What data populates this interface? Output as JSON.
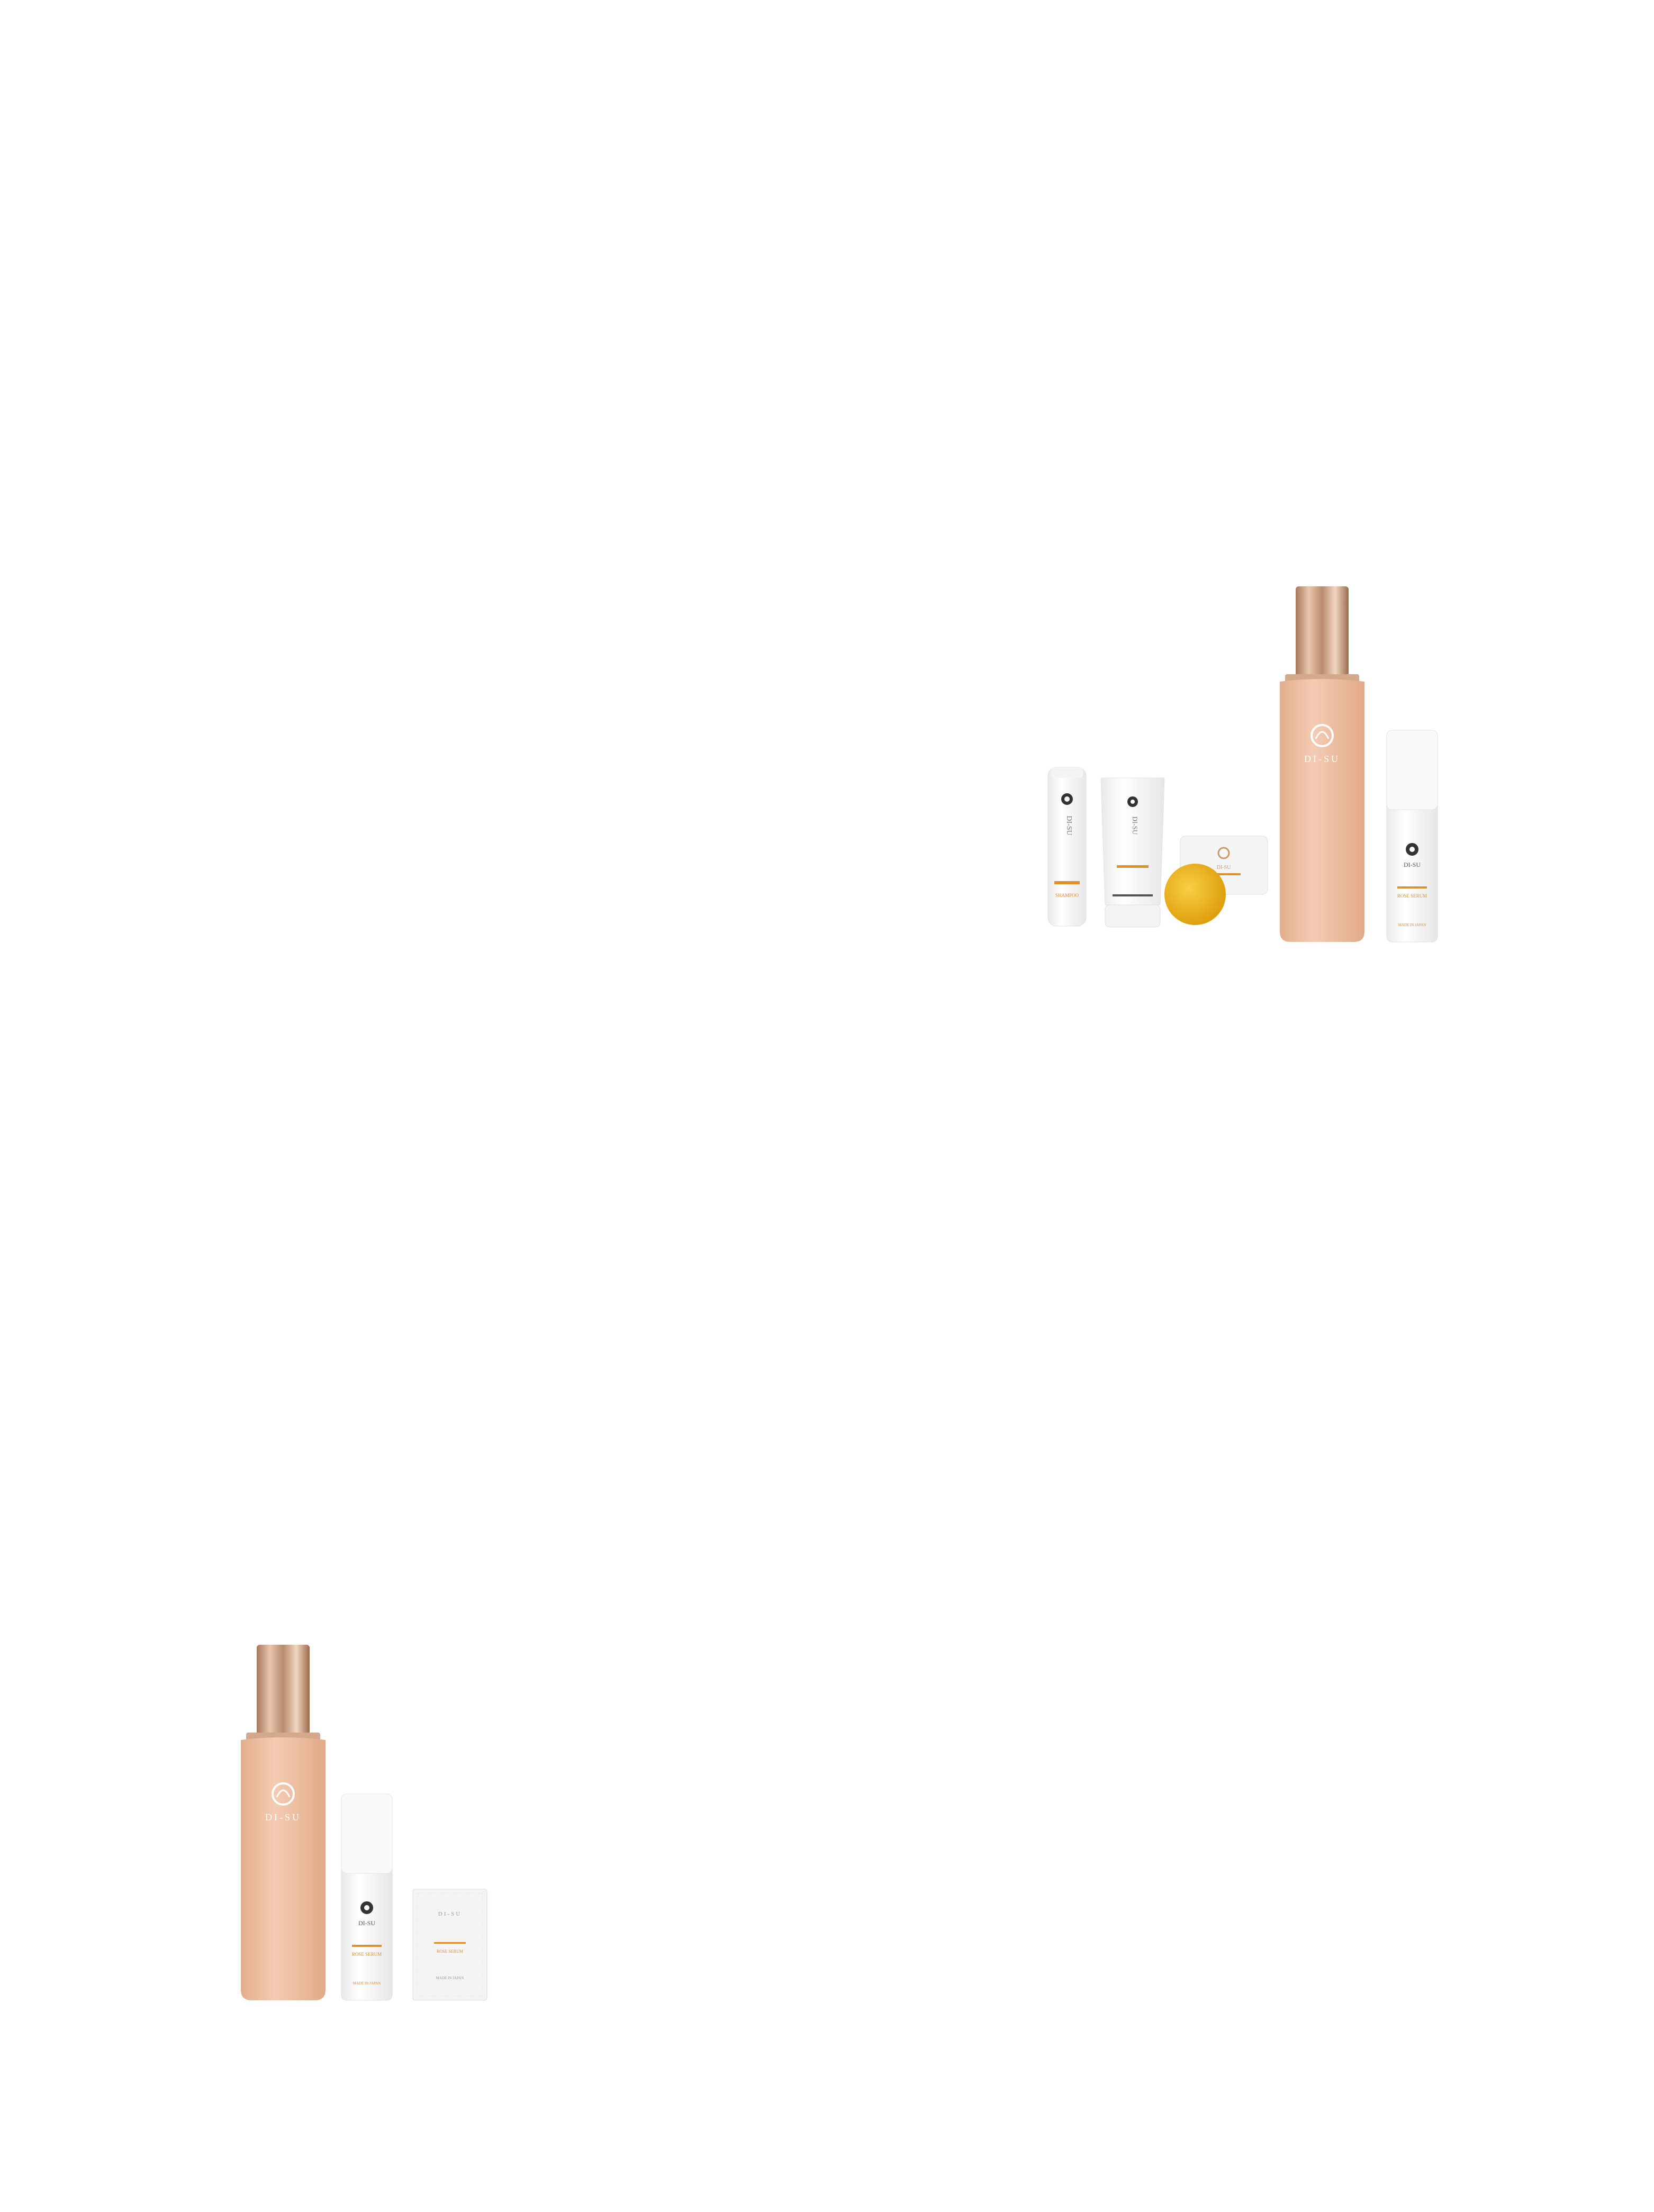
{
  "brand": {
    "logo_text": "DI-SU",
    "made_in": "MADE IN JAPAN"
  },
  "set_full": {
    "shampoo_bottle": {
      "label": "SHAMPOO",
      "logo": "DI-SU"
    },
    "tube": {
      "logo": "DI-SU"
    },
    "soap": {
      "logo": "DI-SU"
    },
    "large_bottle": {
      "logo": "DI-SU"
    },
    "serum_bottle": {
      "label": "ROSE SERUM",
      "logo": "DI-SU",
      "made_in": "MADE IN JAPAN"
    }
  },
  "set_small": {
    "large_bottle": {
      "logo": "DI-SU"
    },
    "serum_bottle": {
      "label": "ROSE SERUM",
      "logo": "DI-SU",
      "made_in": "MADE IN JAPAN"
    },
    "sachet": {
      "label": "ROSE SERUM",
      "logo": "DI-SU",
      "made_in": "MADE IN JAPAN"
    }
  },
  "colors": {
    "background": "#ffffff",
    "bottle_peach": "#f0c2a6",
    "cap_gold": "#c89a7a",
    "accent_orange": "#e0902a",
    "soap_yellow": "#f2b81c",
    "white_plastic": "#fbfbfb"
  }
}
